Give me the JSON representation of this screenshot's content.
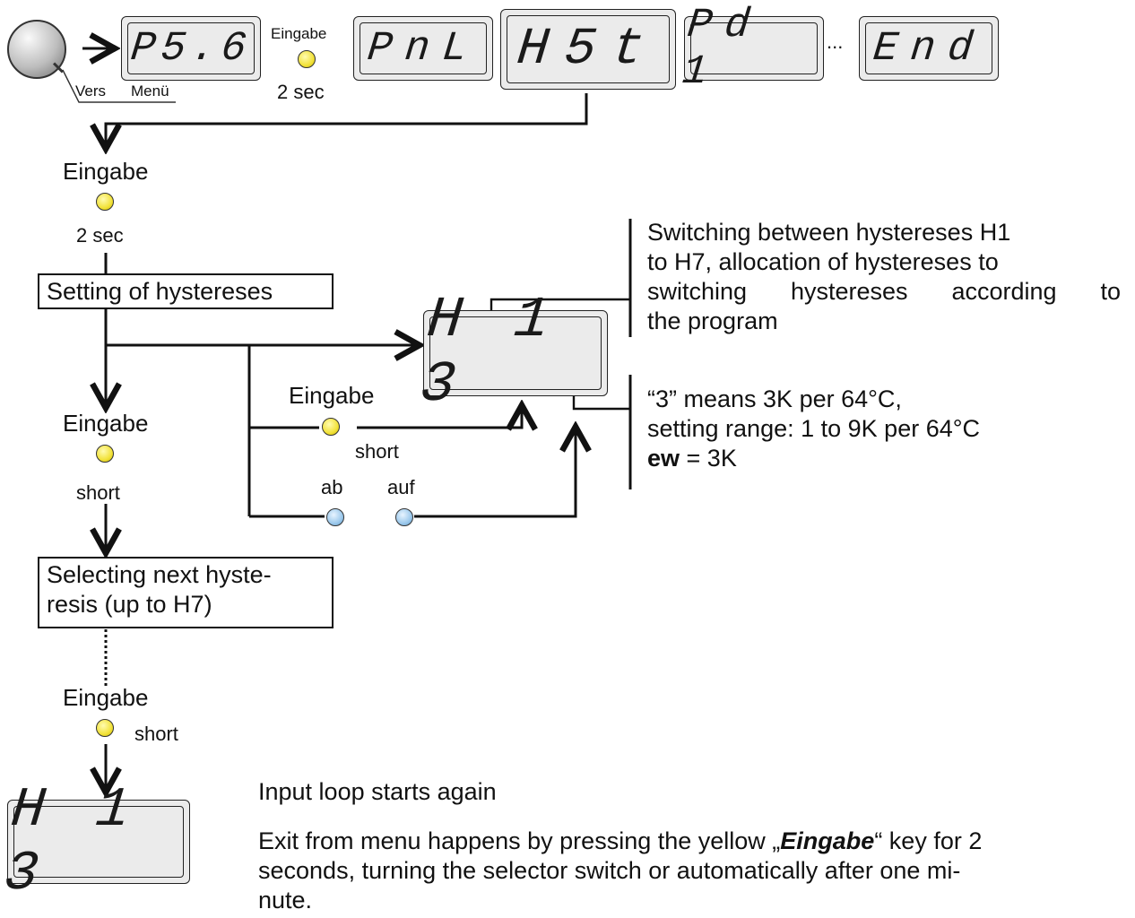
{
  "top_row": {
    "knob_labels": {
      "vers": "Vers",
      "menu": "Menü"
    },
    "displays": {
      "ps6": "P5.6",
      "pnl": "PnL",
      "hst": "H5t",
      "pd1": "Pd 1",
      "end": "End"
    },
    "key_label": "Eingabe",
    "key_time": "2 sec",
    "ellipsis": "..."
  },
  "flow": {
    "step1_key": "Eingabe",
    "step1_time": "2 sec",
    "box_setting": "Setting of hystereses",
    "step2_key": "Eingabe",
    "step2_time": "short",
    "box_next": "Selecting next hystere-sis (up to H7)",
    "box_next_line1": "Selecting next hyste-",
    "box_next_line2": "resis (up to H7)",
    "step3_key": "Eingabe",
    "step3_time": "short",
    "bottom_display": "H 1 3"
  },
  "branches": {
    "enter_label": "Eingabe",
    "enter_time": "short",
    "down_label": "ab",
    "up_label": "auf",
    "main_display": "H 1 3"
  },
  "notes": {
    "switching_line1": "Switching between hystereses H1",
    "switching_line2": "to H7, allocation of hystereses to",
    "switching_line3a": "switching",
    "switching_line3b": "hystereses",
    "switching_line3c": "according",
    "switching_line3d": "to",
    "switching_line4": "the program",
    "range_line1": "“3” means 3K per 64°C,",
    "range_line2": "setting range: 1 to 9K per 64°C",
    "range_ew_bold": "ew",
    "range_ew_rest": " = 3K"
  },
  "footer": {
    "loop": "Input loop starts again",
    "exit_line1_a": "Exit from menu happens by pressing the yellow „",
    "exit_line1_bold": "Eingabe",
    "exit_line1_b": "“ key for 2",
    "exit_line2": "seconds, turning the selector switch or automatically after one mi-",
    "exit_line3": "nute."
  },
  "colors": {
    "highlight": "#d11f1f",
    "display_bg": "#ebebeb",
    "led_yellow": "#f2e23a",
    "led_blue": "#9cc9ec"
  }
}
